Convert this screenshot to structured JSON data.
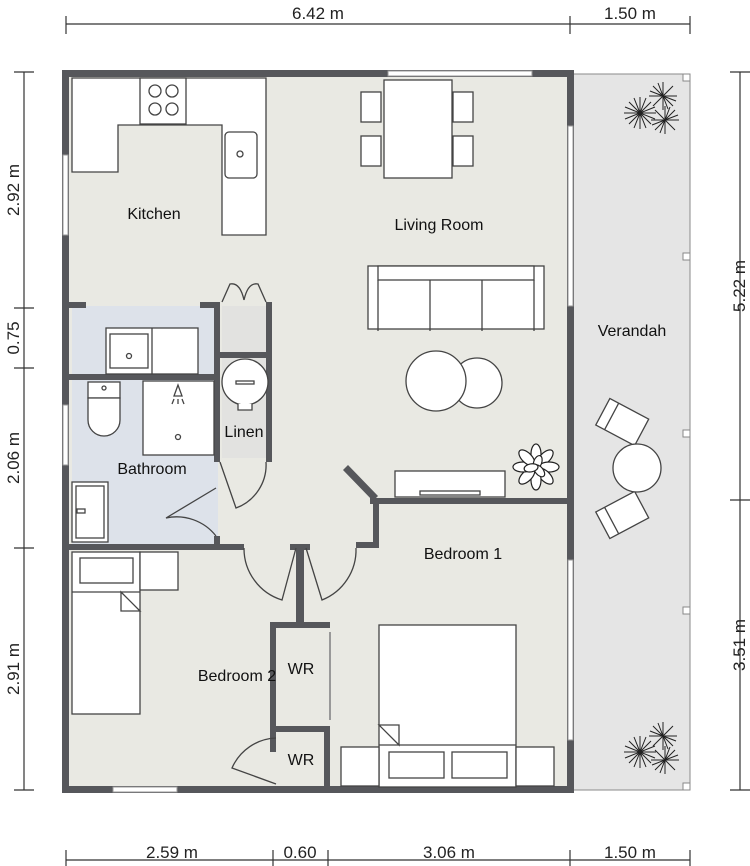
{
  "plan": {
    "colors": {
      "floor": "#e9e9e3",
      "bathroom_floor": "#dde2ea",
      "verandah_floor": "#e5e5e5",
      "wall": "#56575b",
      "furniture": "#ffffff",
      "outline": "#444444"
    },
    "rooms": [
      {
        "id": "kitchen",
        "label": "Kitchen"
      },
      {
        "id": "living",
        "label": "Living Room"
      },
      {
        "id": "verandah",
        "label": "Verandah"
      },
      {
        "id": "bathroom",
        "label": "Bathroom"
      },
      {
        "id": "linen",
        "label": "Linen"
      },
      {
        "id": "bedroom1",
        "label": "Bedroom 1"
      },
      {
        "id": "bedroom2",
        "label": "Bedroom 2"
      },
      {
        "id": "wr1",
        "label": "WR"
      },
      {
        "id": "wr2",
        "label": "WR"
      }
    ],
    "dimensions": {
      "top": [
        "6.42 m",
        "1.50 m"
      ],
      "bottom": [
        "2.59 m",
        "0.60",
        "3.06 m",
        "1.50 m"
      ],
      "left": [
        "2.92 m",
        "0.75",
        "2.06 m",
        "2.91 m"
      ],
      "right": [
        "5.22 m",
        "3.51 m"
      ]
    },
    "furniture": [
      "cooktop-icon",
      "kitchen-sink-icon",
      "dining-table-icon",
      "sofa-icon",
      "coffee-table-icon",
      "tv-unit-icon",
      "pot-plant-icon",
      "vanity-sink-icon",
      "toilet-icon",
      "shower-icon",
      "bathtub-icon",
      "water-heater-icon",
      "double-bed-icon",
      "single-bed-icon",
      "desk-icon",
      "outdoor-chair-icon",
      "outdoor-table-icon",
      "palm-plant-icon"
    ]
  }
}
